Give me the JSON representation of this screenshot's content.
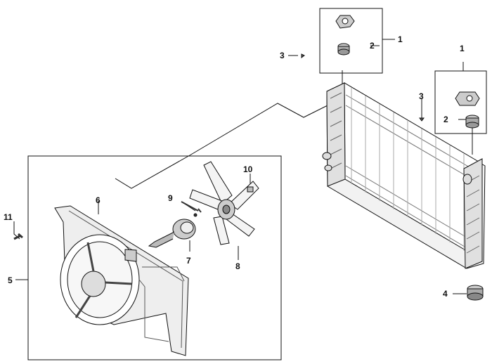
{
  "callouts": {
    "c1a": "1",
    "c2a": "2",
    "c3a": "3",
    "c1b": "1",
    "c2b": "2",
    "c3b": "3",
    "c4": "4",
    "c5": "5",
    "c6": "6",
    "c7": "7",
    "c8": "8",
    "c9": "9",
    "c10": "10",
    "c11": "11"
  }
}
